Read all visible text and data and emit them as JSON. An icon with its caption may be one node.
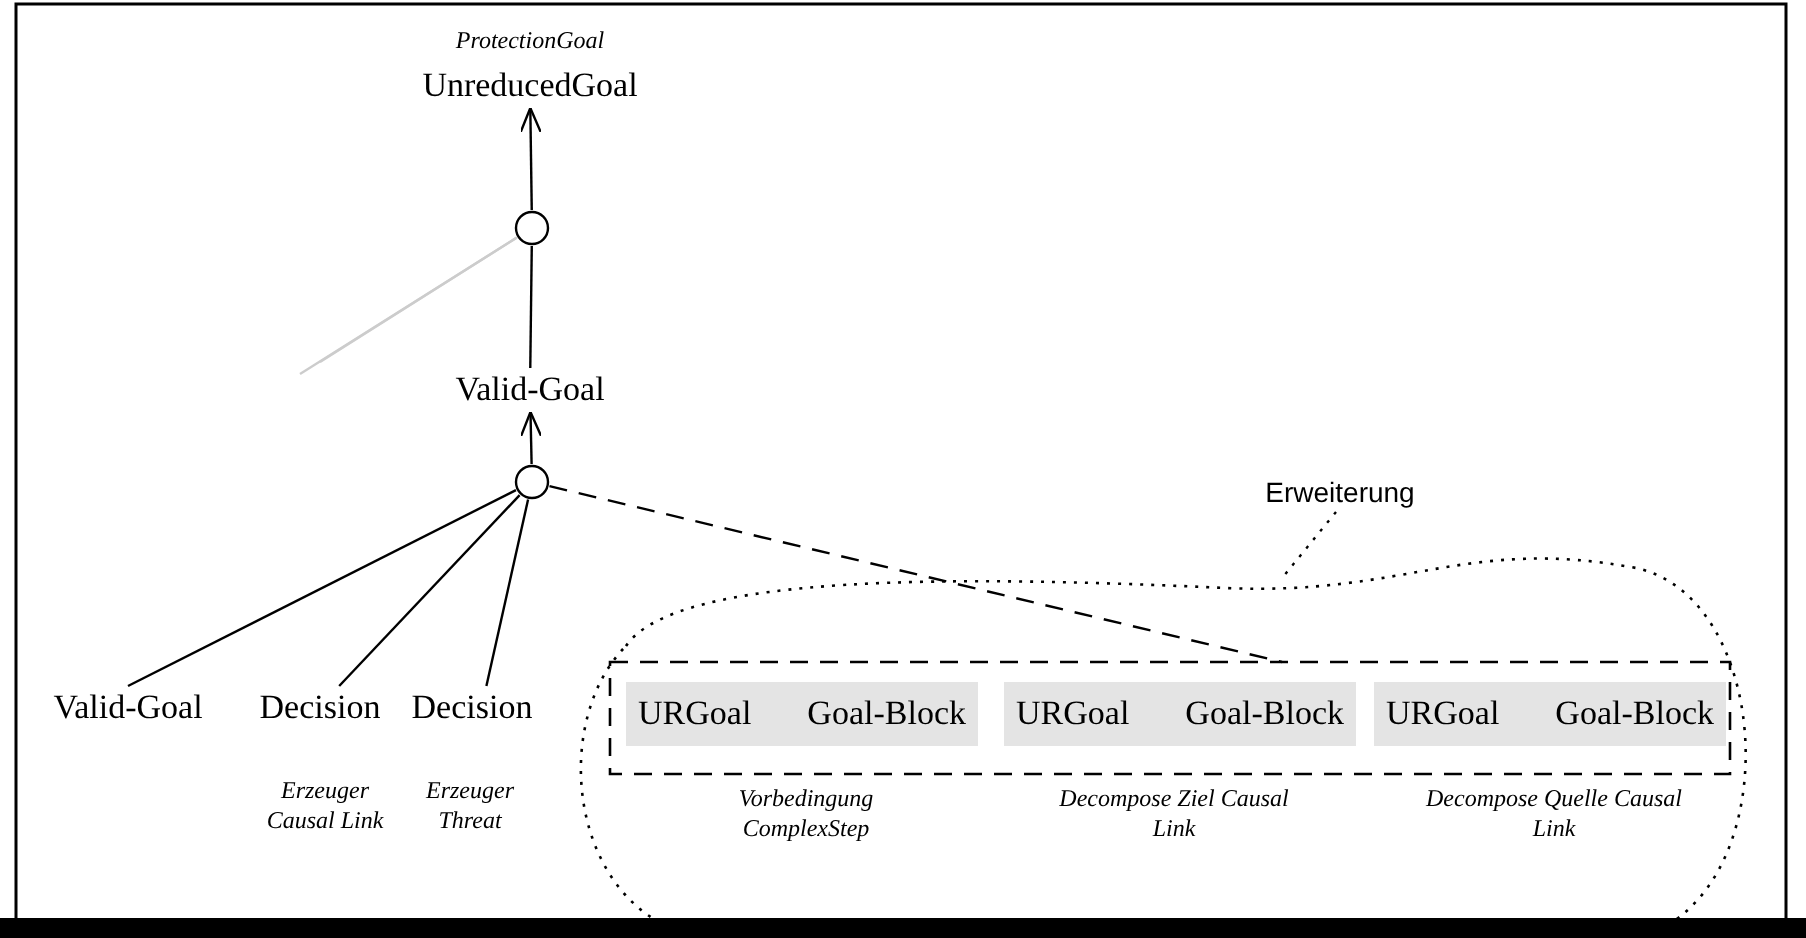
{
  "diagram": {
    "nodes": [
      {
        "text": [
          "UnreducedGoal"
        ],
        "beside": [
          "ProtectionGoal"
        ]
      },
      {
        "text": [],
        "shape": "circle"
      },
      {
        "text": [
          "Valid-Goal"
        ]
      },
      {
        "text": [],
        "shape": "circle"
      },
      {
        "text": [
          "Valid-Goal"
        ]
      },
      {
        "text": [
          "Decision"
        ],
        "beside": [
          "Erzeuger Causal Link"
        ]
      },
      {
        "text": [
          "Decision"
        ],
        "beside": [
          "Erzeuger Threat"
        ]
      },
      {
        "text": [
          "Erweiterung"
        ]
      },
      {
        "text": [],
        "shape": "cloud"
      },
      {
        "text": [],
        "shape": "box",
        "in": 8
      },
      {
        "text": [
          "URGoal",
          "Goal-Block"
        ],
        "in": 9,
        "beside": [
          "Vorbedingung ComplexStep"
        ]
      },
      {
        "text": [
          "URGoal",
          "Goal-Block"
        ],
        "in": 9,
        "beside": [
          "Decompose Ziel Causal Link"
        ]
      },
      {
        "text": [
          "URGoal",
          "Goal-Block"
        ],
        "in": 9,
        "beside": [
          "Decompose Quelle Causal Link"
        ]
      }
    ],
    "edges": [
      {
        "from": 1,
        "to": 0,
        "arrow": "to"
      },
      {
        "from": 2,
        "to": 1,
        "arrow": "none"
      },
      {
        "from": 3,
        "to": 2,
        "arrow": "to"
      },
      {
        "from": 4,
        "to": 3,
        "arrow": "none"
      },
      {
        "from": 5,
        "to": 3,
        "arrow": "none"
      },
      {
        "from": 6,
        "to": 3,
        "arrow": "none"
      },
      {
        "from": 3,
        "to": 9,
        "arrow": "none",
        "style": "dashed"
      },
      {
        "from": 7,
        "to": 8,
        "arrow": "none",
        "style": "dashed"
      },
      {
        "from": null,
        "to": 1,
        "arrow": "none",
        "color": "#cccccc"
      },
      {
        "from": null,
        "to": 1,
        "arrow": "none",
        "color": "#cccccc"
      }
    ]
  }
}
